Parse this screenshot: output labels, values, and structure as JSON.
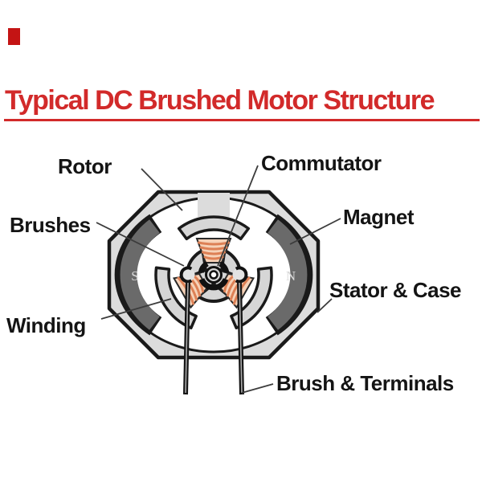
{
  "title": {
    "text": "Typical DC Brushed Motor Structure",
    "color": "#d22a2a"
  },
  "diagram": {
    "labels": {
      "rotor": "Rotor",
      "commutator": "Commutator",
      "brushes": "Brushes",
      "magnet": "Magnet",
      "stator_case": "Stator & Case",
      "winding": "Winding",
      "brush_terminals": "Brush & Terminals"
    },
    "magnet_poles": {
      "south": "S",
      "north": "N"
    },
    "colors": {
      "title_red": "#d22a2a",
      "case_gray": "#dcdcdc",
      "magnet_dark_gray": "#6a6a6a",
      "rotor_gray": "#d6d6d6",
      "winding_orange": "#dd8055",
      "winding_light": "#f6d2b8",
      "outline_black": "#1a1a1a",
      "corner_mark_red": "#c41414"
    }
  }
}
